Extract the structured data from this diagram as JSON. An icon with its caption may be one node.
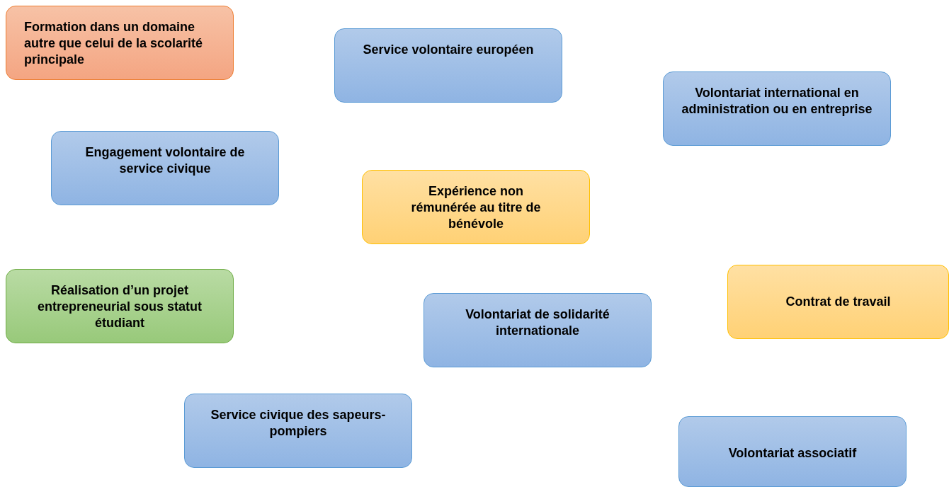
{
  "diagram": {
    "nodes": [
      {
        "text": [
          "Formation dans un domaine autre que celui de la scolarité principale"
        ]
      },
      {
        "text": [
          "Service volontaire européen"
        ]
      },
      {
        "text": [
          "Volontariat international en administration ou en entreprise"
        ]
      },
      {
        "text": [
          "Engagement volontaire de service civique"
        ]
      },
      {
        "text": [
          "Expérience non rémunérée au titre de bénévole"
        ]
      },
      {
        "text": [
          "Réalisation d’un projet entrepreneurial sous statut étudiant"
        ]
      },
      {
        "text": [
          "Contrat de travail"
        ]
      },
      {
        "text": [
          "Volontariat de solidarité internationale"
        ]
      },
      {
        "text": [
          "Service civique des sapeurs-pompiers"
        ]
      },
      {
        "text": [
          "Volontariat associatif"
        ]
      }
    ],
    "edges": []
  }
}
